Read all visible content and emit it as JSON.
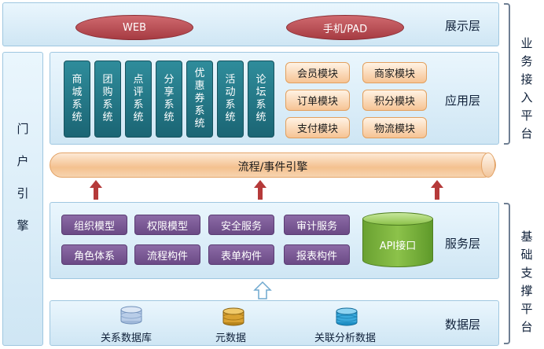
{
  "display_layer": {
    "label": "展示层",
    "web": "WEB",
    "mobile": "手机/PAD"
  },
  "portal": {
    "chars": [
      "门",
      "户",
      "引",
      "擎"
    ]
  },
  "application_layer": {
    "label": "应用层",
    "systems": [
      [
        "商",
        "城",
        "系",
        "统"
      ],
      [
        "团",
        "购",
        "系",
        "统"
      ],
      [
        "点",
        "评",
        "系",
        "统"
      ],
      [
        "分",
        "享",
        "系",
        "统"
      ],
      [
        "优",
        "惠",
        "券",
        "系",
        "统"
      ],
      [
        "活",
        "动",
        "系",
        "统"
      ],
      [
        "论",
        "坛",
        "系",
        "统"
      ]
    ],
    "modules": [
      "会员模块",
      "商家模块",
      "订单模块",
      "积分模块",
      "支付模块",
      "物流模块"
    ]
  },
  "engine": {
    "label": "流程/事件引擎"
  },
  "service_layer": {
    "label": "服务层",
    "services": [
      "组织模型",
      "权限模型",
      "安全服务",
      "审计服务",
      "角色体系",
      "流程构件",
      "表单构件",
      "报表构件"
    ],
    "api": "API接口"
  },
  "data_layer": {
    "label": "数据层",
    "items": [
      "关系数据库",
      "元数据",
      "关联分析数据"
    ]
  },
  "business_access": {
    "chars": [
      "业",
      "务",
      "接",
      "入",
      "平",
      "台"
    ]
  },
  "base_support": {
    "chars": [
      "基",
      "础",
      "支",
      "撑",
      "平",
      "台"
    ]
  },
  "colors": {
    "panel": "#d9eef9",
    "teal": "#1f6f80",
    "purple": "#6f4d8a",
    "orange": "#f6c394",
    "red_arrow": "#b53a3a",
    "oval": "#b8464d",
    "api": "#7fb63e"
  }
}
